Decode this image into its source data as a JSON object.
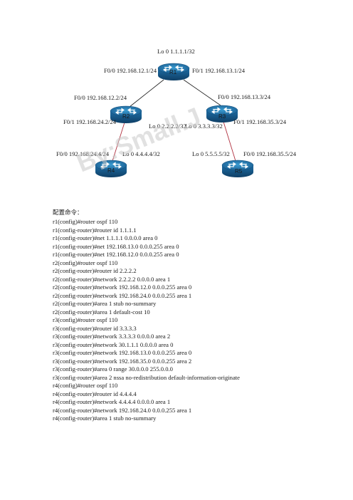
{
  "watermark": "By:Small.J",
  "routers": [
    {
      "name": "R1",
      "labels": [
        "Lo 0 1.1.1.1/32",
        "F0/0 192.168.12.1/24",
        "F0/1 192.168.13.1/24"
      ]
    },
    {
      "name": "R2",
      "labels": [
        "F0/0 192.168.12.2/24",
        "F0/1 192.168.24.2/24",
        "Lo 0 2.2.2.2/32"
      ]
    },
    {
      "name": "R3",
      "labels": [
        "F0/0 192.168.13.3/24",
        "Lo 0 3.3.3.3/32",
        "F0/1 192.168.35.3/24"
      ]
    },
    {
      "name": "R4",
      "labels": [
        "F0/0 192.168.24.4/24",
        "Lo 0 4.4.4.4/32"
      ]
    },
    {
      "name": "R5",
      "labels": [
        "Lo 0 5.5.5.5/32",
        "F0/0 192.168.35.5/24"
      ]
    }
  ],
  "config": {
    "heading": "配置命令：",
    "lines": [
      "r1(config)#router ospf 110",
      "r1(config-router)#router id 1.1.1.1",
      "r1(config-router)#net 1.1.1.1 0.0.0.0 area 0",
      "r1(config-router)#net 192.168.13.0 0.0.0.255 area 0",
      "r1(config-router)#net 192.168.12.0 0.0.0.255 area 0",
      "r2(config)#router ospf 110",
      "r2(config-router)#router id 2.2.2.2",
      "r2(config-router)#network 2.2.2.2 0.0.0.0 area 1",
      "r2(config-router)#network 192.168.12.0 0.0.0.255 area 0",
      "r2(config-router)#network 192.168.24.0 0.0.0.255 area 1",
      "r2(config-router)#area 1 stub no-summary",
      "r2(config-router)#area 1 default-cost 10",
      "r3(config)#router ospf 110",
      "r3(config-router)#router id 3.3.3.3",
      "r3(config-router)#network 3.3.3.3 0.0.0.0 area 2",
      "r3(config-router)#network 30.1.1.1 0.0.0.0 area 0",
      "r3(config-router)#network 192.168.13.0 0.0.0.255 area 0",
      "r3(config-router)#network 192.168.35.0 0.0.0.255 area 2",
      "r3(config-router)#area 0 range 30.0.0.0 255.0.0.0",
      "r3(config-router)#area 2 nssa no-redistribution default-information-originate",
      "r4(config)#router ospf 110",
      "r4(config-router)#router id 4.4.4.4",
      "r4(config-router)#network 4.4.4.4 0.0.0.0 area 1",
      "r4(config-router)#network 192.168.24.0 0.0.0.255 area 1",
      "r4(config-router)#area 1 stub no-summary"
    ]
  }
}
